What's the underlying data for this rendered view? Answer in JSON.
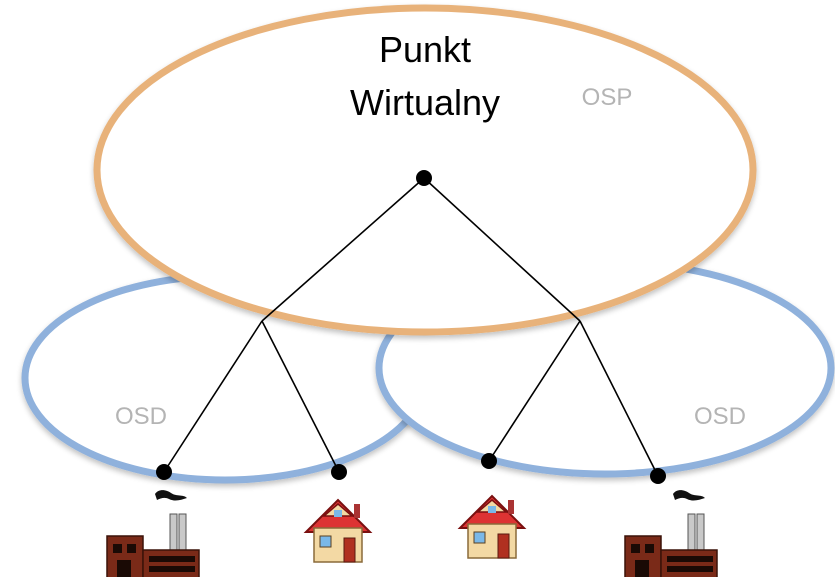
{
  "diagram": {
    "title_line1": "Punkt",
    "title_line2": "Wirtualny",
    "top_zone_label": "OSP",
    "left_zone_label": "OSD",
    "right_zone_label": "OSD",
    "colors": {
      "osp_ring": "#e8b27a",
      "osd_ring": "#8fb1dc",
      "edge": "#000000",
      "node": "#000000"
    },
    "icons": {
      "left_leaf_1": "factory-icon",
      "left_leaf_2": "house-icon",
      "right_leaf_1": "house-icon",
      "right_leaf_2": "factory-icon"
    }
  }
}
